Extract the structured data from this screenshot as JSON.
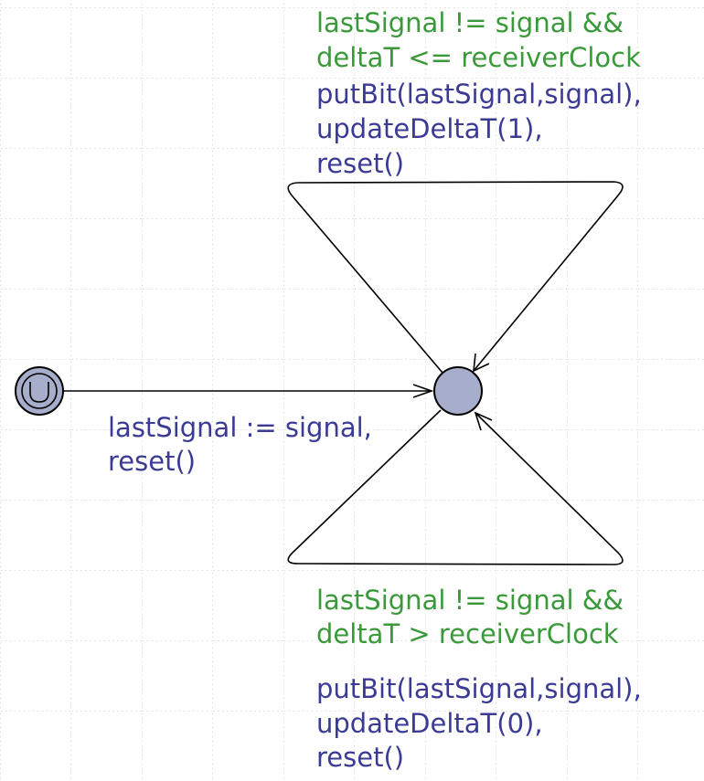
{
  "colors": {
    "guard": "#3a9a3a",
    "update": "#3b3b96",
    "state_fill": "#a6aecb",
    "edge": "#000000",
    "grid": "#c8c8c8"
  },
  "states": {
    "initial": {
      "type": "initial-urgent-location",
      "icon": "urgent-u-icon"
    },
    "main": {
      "type": "location"
    }
  },
  "edges": {
    "init": {
      "update_lines": [
        "lastSignal := signal,",
        "reset()"
      ]
    },
    "top_loop": {
      "guard_lines": [
        "lastSignal != signal &&",
        "deltaT <= receiverClock"
      ],
      "update_lines": [
        "putBit(lastSignal,signal),",
        "updateDeltaT(1),",
        "reset()"
      ]
    },
    "bottom_loop": {
      "guard_lines": [
        "lastSignal != signal &&",
        "deltaT > receiverClock"
      ],
      "update_lines": [
        "putBit(lastSignal,signal),",
        "updateDeltaT(0),",
        "reset()"
      ]
    }
  }
}
